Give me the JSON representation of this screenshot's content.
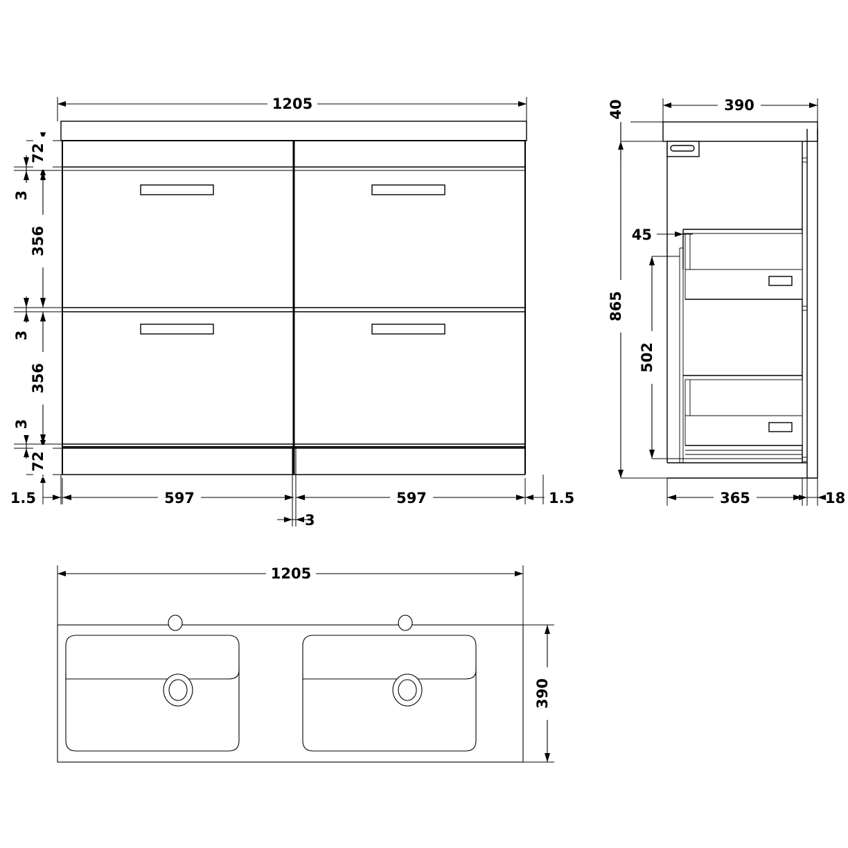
{
  "drawing": {
    "title": "Bathroom vanity unit technical drawing",
    "units": "mm",
    "line_color": "#000000",
    "background_color": "#ffffff"
  },
  "front_view": {
    "name": "front-elevation",
    "overall_width": "1205",
    "vertical_dims": [
      "72",
      "3",
      "356",
      "3",
      "356",
      "3",
      "72"
    ],
    "top_dim": "1205",
    "bottom_dims": [
      "1.5",
      "597",
      "597",
      "1.5"
    ],
    "center_gap_dim": "3",
    "drawers": [
      {
        "label": "top-left-drawer"
      },
      {
        "label": "top-right-drawer"
      },
      {
        "label": "bottom-left-drawer"
      },
      {
        "label": "bottom-right-drawer"
      }
    ],
    "labels": {
      "d_72_top": "72",
      "d_3_a": "3",
      "d_356_a": "356",
      "d_3_b": "3",
      "d_356_b": "356",
      "d_3_c": "3",
      "d_72_bottom": "72",
      "d_width": "1205",
      "d_left_edge": "1.5",
      "d_left_panel": "597",
      "d_right_panel": "597",
      "d_right_edge": "1.5",
      "d_center": "3"
    }
  },
  "side_view": {
    "name": "side-elevation",
    "labels": {
      "d_top_thickness": "40",
      "d_depth": "390",
      "d_height": "865",
      "d_inner_height": "502",
      "d_inset": "45",
      "d_carcass_depth": "365",
      "d_back_offset": "18"
    }
  },
  "plan_view": {
    "name": "basin-plan",
    "labels": {
      "d_width": "1205",
      "d_depth": "390"
    },
    "basins": [
      {
        "label": "left-basin",
        "tap_hole": "tap-hole",
        "waste": "waste-outlet"
      },
      {
        "label": "right-basin",
        "tap_hole": "tap-hole",
        "waste": "waste-outlet"
      }
    ]
  }
}
